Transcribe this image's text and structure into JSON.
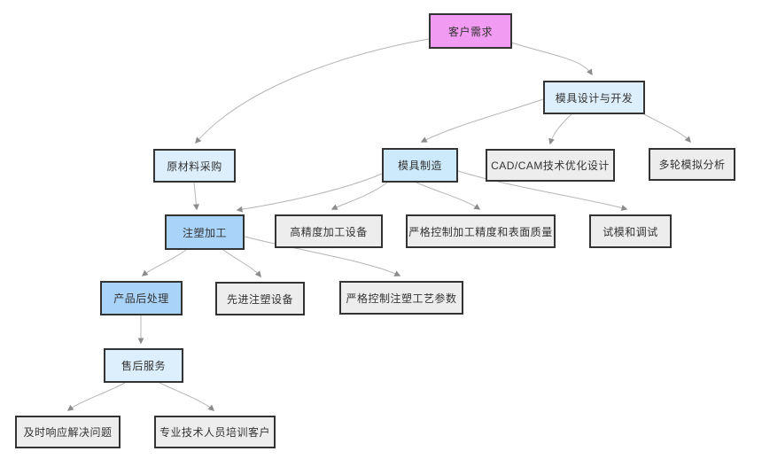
{
  "diagram": {
    "type": "flowchart",
    "direction": "top-down",
    "background": "#ffffff",
    "colors": {
      "pink_fill": "#f29bf2",
      "light_blue_fill": "#ddeffd",
      "cyan_blue_fill": "#cdeafc",
      "blue_fill": "#a9d3f8",
      "gray_fill": "#ededed",
      "node_border": "#333333",
      "node_text": "#333333",
      "edge_line": "#b5b5b5",
      "arrowhead": "#8c8c8c"
    },
    "nodes": [
      {
        "id": "A",
        "name": "customer-demand",
        "label": "客户需求",
        "style": "pink"
      },
      {
        "id": "B",
        "name": "mold-design-development",
        "label": "模具设计与开发",
        "style": "lightblue"
      },
      {
        "id": "C",
        "name": "raw-material-procurement",
        "label": "原材料采购",
        "style": "lightblue"
      },
      {
        "id": "D",
        "name": "mold-manufacturing",
        "label": "模具制造",
        "style": "cyanblue"
      },
      {
        "id": "E",
        "name": "cad-cam-optimized-design",
        "label": "CAD/CAM技术优化设计",
        "style": "gray"
      },
      {
        "id": "F",
        "name": "multi-round-simulation-analysis",
        "label": "多轮模拟分析",
        "style": "gray"
      },
      {
        "id": "G",
        "name": "injection-molding",
        "label": "注塑加工",
        "style": "blue"
      },
      {
        "id": "H",
        "name": "high-precision-machining-equipment",
        "label": "高精度加工设备",
        "style": "gray"
      },
      {
        "id": "I",
        "name": "strict-machining-precision-surface-quality",
        "label": "严格控制加工精度和表面质量",
        "style": "gray"
      },
      {
        "id": "J",
        "name": "trial-mold-debugging",
        "label": "试模和调试",
        "style": "gray"
      },
      {
        "id": "K",
        "name": "product-post-processing",
        "label": "产品后处理",
        "style": "blue"
      },
      {
        "id": "L",
        "name": "advanced-injection-equipment",
        "label": "先进注塑设备",
        "style": "gray"
      },
      {
        "id": "M",
        "name": "strict-injection-process-parameters",
        "label": "严格控制注塑工艺参数",
        "style": "gray"
      },
      {
        "id": "N",
        "name": "after-sales-service",
        "label": "售后服务",
        "style": "lightblue"
      },
      {
        "id": "O",
        "name": "timely-response-problem-solving",
        "label": "及时响应解决问题",
        "style": "gray"
      },
      {
        "id": "P",
        "name": "professional-staff-customer-training",
        "label": "专业技术人员培训客户",
        "style": "gray"
      }
    ],
    "edges": [
      {
        "from": "A",
        "to": "C"
      },
      {
        "from": "A",
        "to": "B"
      },
      {
        "from": "B",
        "to": "D"
      },
      {
        "from": "B",
        "to": "E"
      },
      {
        "from": "B",
        "to": "F"
      },
      {
        "from": "C",
        "to": "G"
      },
      {
        "from": "D",
        "to": "G"
      },
      {
        "from": "D",
        "to": "H"
      },
      {
        "from": "D",
        "to": "I"
      },
      {
        "from": "D",
        "to": "J"
      },
      {
        "from": "G",
        "to": "K"
      },
      {
        "from": "G",
        "to": "L"
      },
      {
        "from": "G",
        "to": "M"
      },
      {
        "from": "K",
        "to": "N"
      },
      {
        "from": "N",
        "to": "O"
      },
      {
        "from": "N",
        "to": "P"
      }
    ]
  }
}
